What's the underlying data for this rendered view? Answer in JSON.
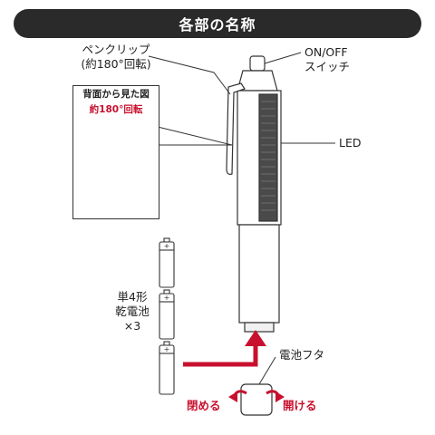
{
  "title": "各部の名称",
  "labels": {
    "pen_clip_line1": "ペンクリップ",
    "pen_clip_line2": "(約180°回転)",
    "switch_line1": "ON/OFF",
    "switch_line2": "スイッチ",
    "led": "LED",
    "battery_line1": "単4形",
    "battery_line2": "乾電池",
    "battery_line3": "×3",
    "battery_cover": "電池フタ",
    "close": "閉める",
    "open": "開ける"
  },
  "inset": {
    "title": "背面から見た図",
    "rotation": "約180°回転"
  },
  "colors": {
    "accent": "#c8102e",
    "banner": "#2a2a2a",
    "line": "#333333"
  }
}
